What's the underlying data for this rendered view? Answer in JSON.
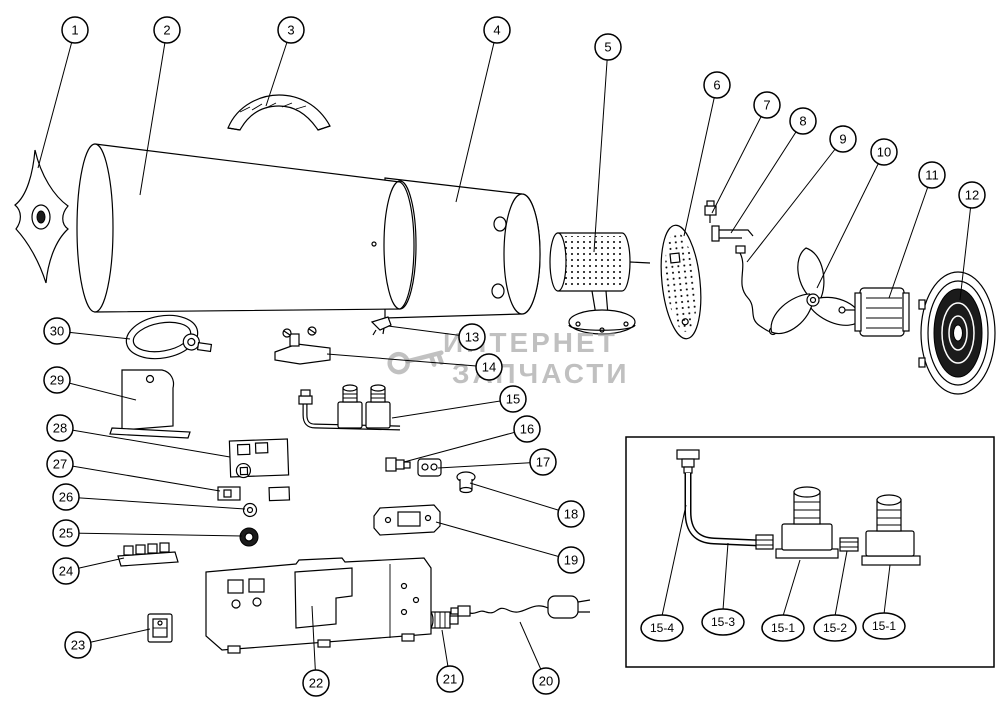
{
  "watermark": {
    "line1": "ИНТЕРНЕТ",
    "line2": "ЗАПЧАСТИ"
  },
  "callouts": [
    "1",
    "2",
    "3",
    "4",
    "5",
    "6",
    "7",
    "8",
    "9",
    "10",
    "11",
    "12",
    "13",
    "14",
    "15",
    "16",
    "17",
    "18",
    "19",
    "20",
    "21",
    "22",
    "23",
    "24",
    "25",
    "26",
    "27",
    "28",
    "29",
    "30"
  ],
  "inset": {
    "callouts": [
      "15-4",
      "15-3",
      "15-1",
      "15-2",
      "15-1"
    ]
  }
}
